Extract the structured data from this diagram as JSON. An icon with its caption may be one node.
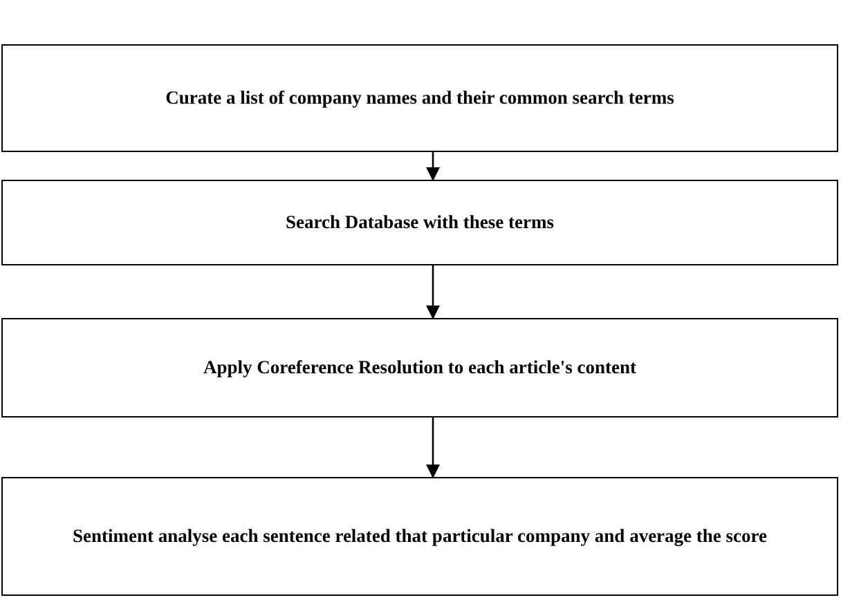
{
  "diagram": {
    "nodes": [
      {
        "text": [
          "Curate a list of company names and their common search terms"
        ]
      },
      {
        "text": [
          "Search Database with these terms"
        ]
      },
      {
        "text": [
          "Apply Coreference Resolution to each article's content"
        ]
      },
      {
        "text": [
          "Sentiment analyse each sentence related that particular company and average the score"
        ]
      }
    ],
    "edges": [
      {
        "from": 0,
        "to": 1,
        "arrow": "to"
      },
      {
        "from": 1,
        "to": 2,
        "arrow": "to"
      },
      {
        "from": 2,
        "to": 3,
        "arrow": "to"
      }
    ]
  }
}
